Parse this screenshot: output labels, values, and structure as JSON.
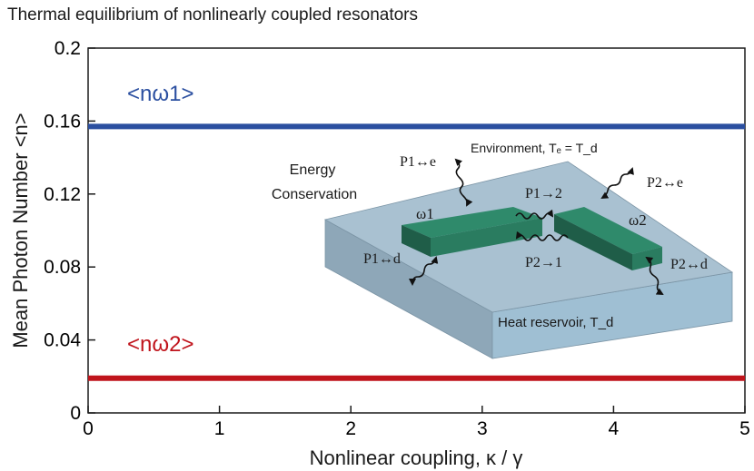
{
  "chart_data": {
    "type": "line",
    "title": "Thermal equilibrium of nonlinearly coupled resonators",
    "xlabel": "Nonlinear coupling, κ / γ",
    "ylabel": "Mean Photon Number <n>",
    "xlim": [
      0,
      5
    ],
    "ylim": [
      0,
      0.2
    ],
    "xticks": [
      "0",
      "1",
      "2",
      "3",
      "4",
      "5"
    ],
    "yticks": [
      "0",
      "0.04",
      "0.08",
      "0.12",
      "0.16",
      "0.2"
    ],
    "x": [
      0,
      5
    ],
    "series": [
      {
        "name": "<nω1>",
        "values": [
          0.157,
          0.157
        ],
        "color": "#2b4fa0"
      },
      {
        "name": "<nω2>",
        "values": [
          0.019,
          0.019
        ],
        "color": "#c0141c"
      }
    ],
    "grid": false
  },
  "inset": {
    "energy_label_line1": "Energy",
    "energy_label_line2": "Conservation",
    "environment": "Environment, Tₑ = T_d",
    "reservoir": "Heat reservoir, T_d",
    "omega1": "ω1",
    "omega2": "ω2",
    "p_1e": "P1↔e",
    "p_2e": "P2↔e",
    "p_12": "P1→2",
    "p_21": "P2→1",
    "p_1d": "P1↔d",
    "p_2d": "P2↔d"
  },
  "colors": {
    "slab_top": "#a9c1d1",
    "slab_side": "#8ea7b8",
    "slab_front": "#9fbfd3",
    "bar_top": "#2f8a6b",
    "bar_side": "#1f5d48"
  }
}
